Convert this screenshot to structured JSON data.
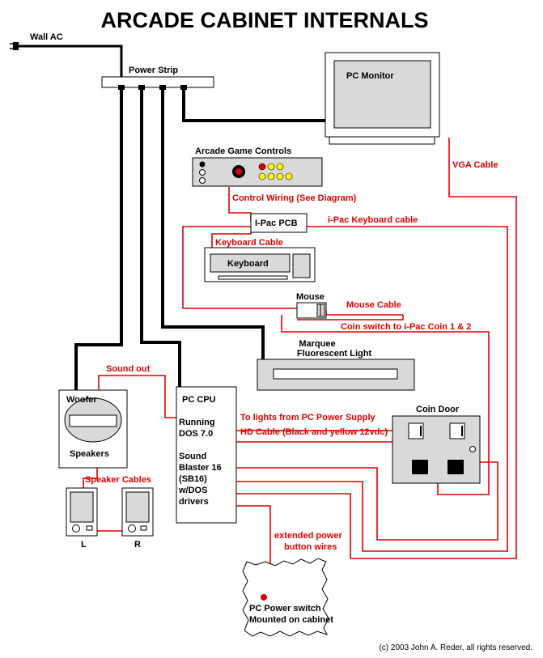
{
  "title": "ARCADE CABINET INTERNALS",
  "copyright": "(c) 2003 John A. Reder, all rights reserved.",
  "labels": {
    "wall_ac": "Wall AC",
    "power_strip": "Power Strip",
    "pc_monitor": "PC Monitor",
    "arcade_controls": "Arcade Game Controls",
    "ipac_pcb": "I-Pac PCB",
    "keyboard": "Keyboard",
    "mouse": "Mouse",
    "marquee_line1": "Marquee",
    "marquee_line2": "Fluorescent Light",
    "woofer": "Woofer",
    "speakers": "Speakers",
    "speaker_left": "L",
    "speaker_right": "R",
    "pc_cpu": "PC CPU",
    "cpu_running": "Running",
    "cpu_dos": "DOS 7.0",
    "cpu_sound": "Sound",
    "cpu_blaster": "Blaster 16",
    "cpu_sb16": "(SB16)",
    "cpu_wdos": "w/DOS",
    "cpu_drivers": "drivers",
    "coin_door": "Coin Door",
    "power_switch_line1": "PC Power switch",
    "power_switch_line2": "Mounted on cabinet"
  },
  "cables": {
    "vga": "VGA Cable",
    "control_wiring": "Control Wiring (See Diagram)",
    "ipac_keyboard": "i-Pac Keyboard cable",
    "keyboard": "Keyboard Cable",
    "mouse": "Mouse Cable",
    "coin_switch": "Coin switch to i-Pac Coin 1 & 2",
    "sound_out": "Sound out",
    "lights": "To lights from PC Power Supply",
    "hd_cable": "HD Cable (Black and yellow 12vdc)",
    "speaker_cables": "Speaker Cables",
    "ext_power_line1": "extended power",
    "ext_power_line2": "button wires"
  },
  "colors": {
    "wire_red": "#e00000",
    "wire_black": "#000000",
    "box_fill": "#d9d9d9",
    "button_red": "#e00000",
    "button_yellow": "#ffff00"
  }
}
